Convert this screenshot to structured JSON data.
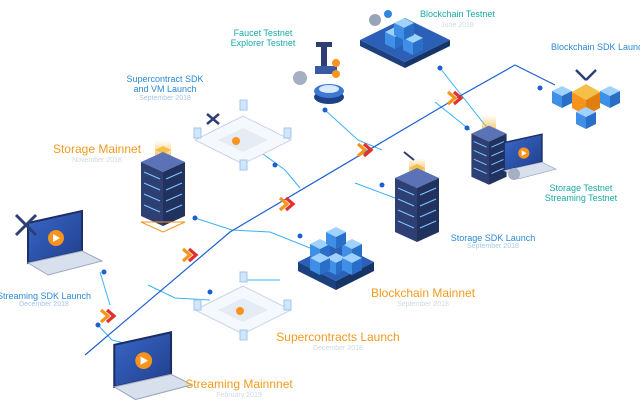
{
  "colors": {
    "timeline": "#1d5fd0",
    "branch": "#3ab2f0",
    "mainnet_label": "#f39a1e",
    "testnet_label": "#1aa9a6",
    "sdk_label": "#2c88d6",
    "date_text": "#cfd7e6",
    "server_dark": "#2e3f73",
    "cube": "#3f8fe6",
    "chevron_orange": "#f7941d",
    "chevron_red": "#e2302c"
  },
  "milestones": {
    "blockchain_testnet": {
      "title": "Blockchain Testnet",
      "date": "June 2018"
    },
    "faucet_testnet": {
      "title_line1": "Faucet Testnet",
      "title_line2": "Explorer Testnet"
    },
    "blockchain_sdk": {
      "title": "Blockchain SDK Launch",
      "date": ""
    },
    "supercontract_sdk": {
      "title_line1": "Supercontract SDK",
      "title_line2": "and VM Launch",
      "date": "September 2018"
    },
    "storage_mainnet": {
      "title": "Storage Mainnet",
      "date": "November 2018"
    },
    "storage_testnet": {
      "title_line1": "Storage Testnet",
      "title_line2": "Streaming Testnet"
    },
    "storage_sdk": {
      "title": "Storage SDK Launch",
      "date": "September 2018"
    },
    "streaming_sdk": {
      "title": "Streaming SDK Launch",
      "date": "December 2018"
    },
    "blockchain_mainnet": {
      "title": "Blockchain Mainnet",
      "date": "September 2018"
    },
    "supercontracts_launch": {
      "title": "Supercontracts Launch",
      "date": "December 2018"
    },
    "streaming_mainnet": {
      "title": "Streaming Mainnnet",
      "date": "February 2019"
    }
  }
}
